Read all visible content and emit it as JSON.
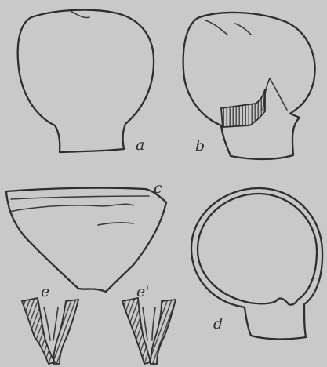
{
  "labels": {
    "a": "a",
    "b": "b",
    "c": "c",
    "d": "d",
    "e": "e",
    "e_prime": "e'"
  },
  "colors": {
    "background": "#c9c9c9",
    "ink": "#2e2e2e"
  }
}
